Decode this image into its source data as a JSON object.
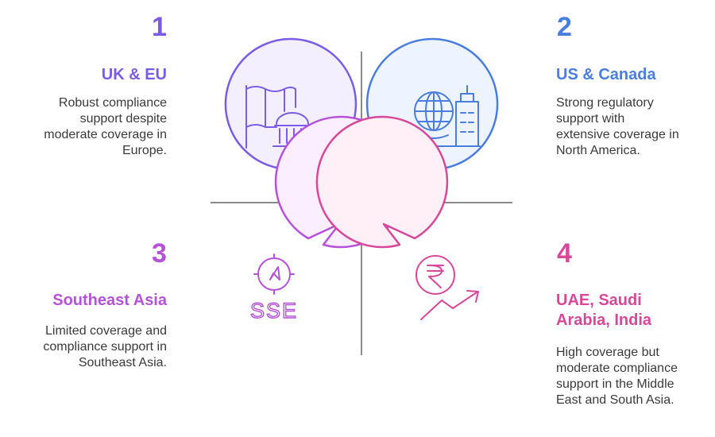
{
  "quadrants": [
    {
      "number": "1",
      "title": "UK & EU",
      "description": "Robust compliance support despite moderate coverage in Europe.",
      "color": "#7b5ce6",
      "icon": "flag-bank-icon"
    },
    {
      "number": "2",
      "title": "US & Canada",
      "description": "Strong regulatory support with extensive coverage in North America.",
      "color": "#4a7de0",
      "icon": "globe-building-icon"
    },
    {
      "number": "3",
      "title": "Southeast Asia",
      "description": "Limited coverage and compliance support in Southeast Asia.",
      "color": "#b552d9",
      "icon": "compass-icon",
      "icon_text": "SSE"
    },
    {
      "number": "4",
      "title": "UAE, Saudi Arabia, India",
      "description": "High coverage but moderate compliance support in the Middle East and South Asia.",
      "color": "#d9479a",
      "icon": "rupee-growth-icon"
    }
  ]
}
